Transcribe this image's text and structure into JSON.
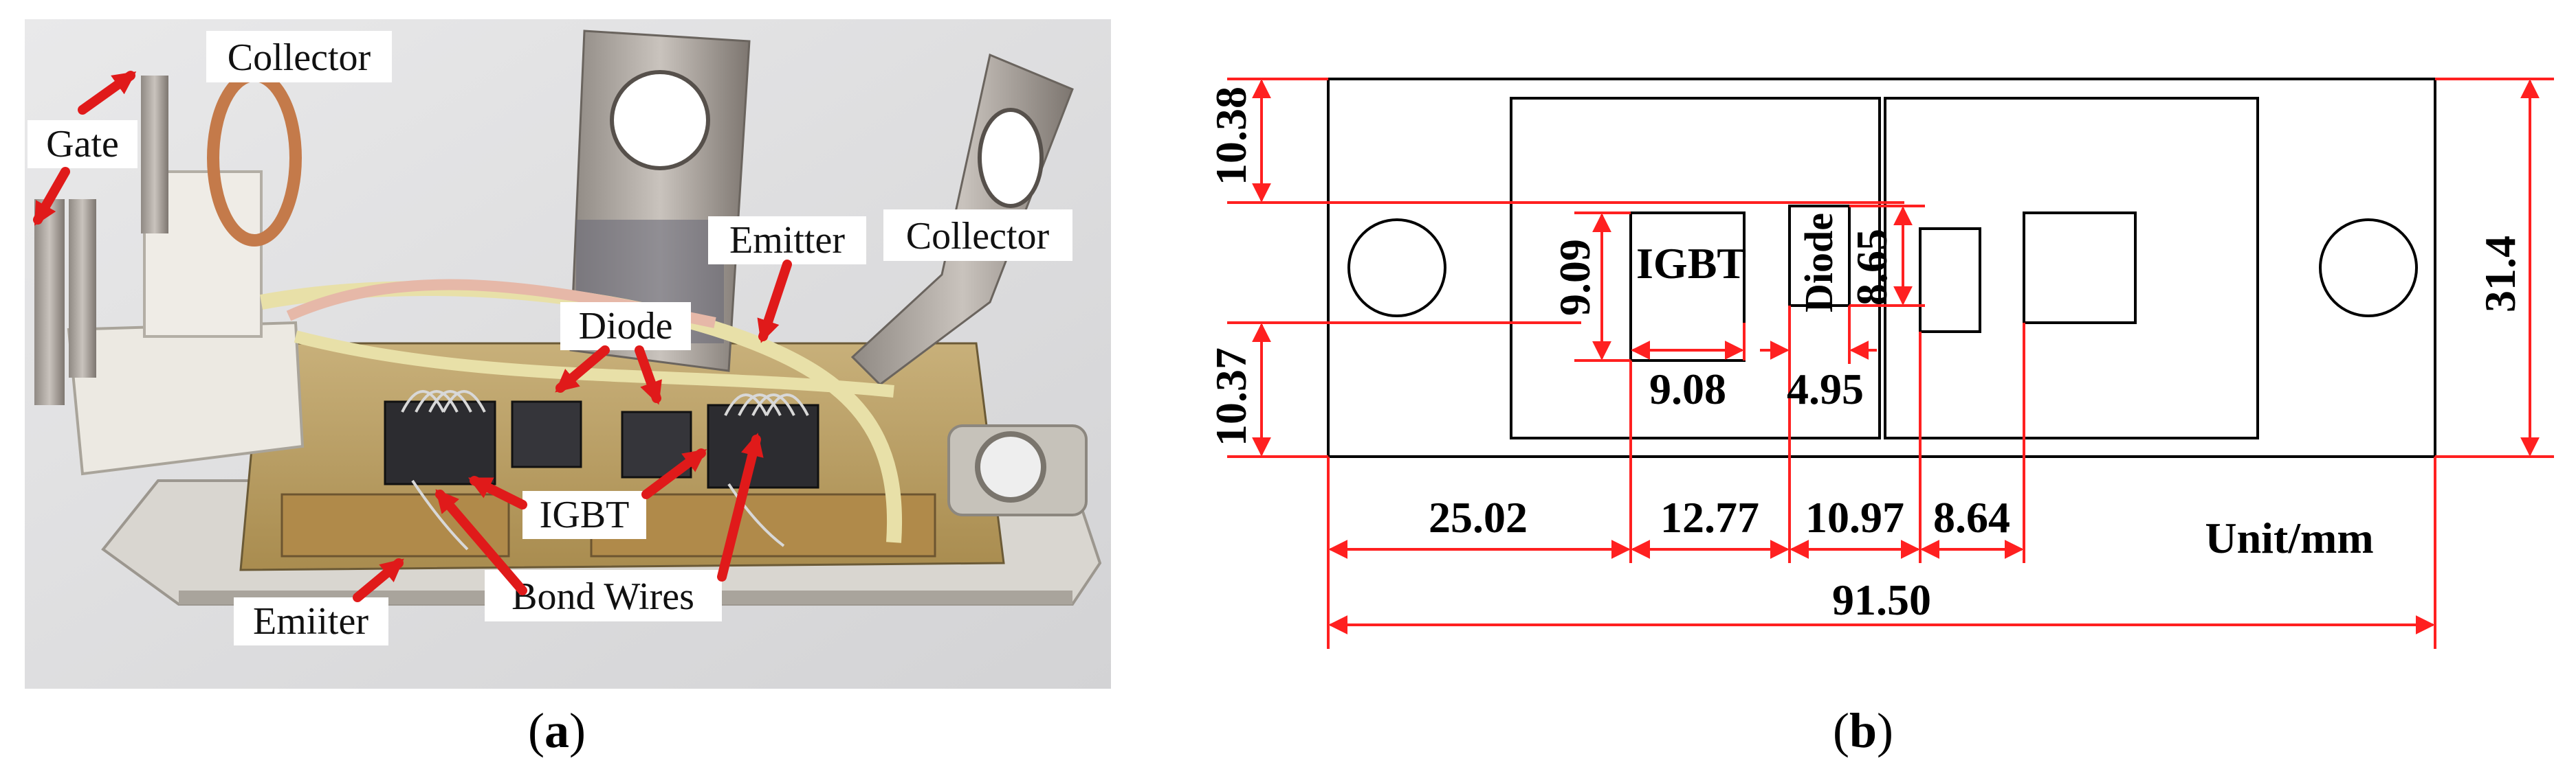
{
  "photo": {
    "labels": {
      "collector_left": "Collector",
      "gate": "Gate",
      "emitter_top": "Emitter",
      "collector_right": "Collector",
      "diode": "Diode",
      "igbt": "IGBT",
      "bond_wires": "Bond Wires",
      "emitter_bottom": "Emiiter"
    },
    "caption": {
      "open": "(",
      "letter": "a",
      "close": ")"
    }
  },
  "drawing": {
    "chip_labels": {
      "igbt": "IGBT",
      "diode": "Diode"
    },
    "dimensions": {
      "d1038": "10.38",
      "d1037": "10.37",
      "d909": "9.09",
      "d865": "8.65",
      "d314": "31.4",
      "d908": "9.08",
      "d495": "4.95",
      "d2502": "25.02",
      "d1277": "12.77",
      "d1097": "10.97",
      "d864": "8.64",
      "d9150": "91.50"
    },
    "unit": "Unit/mm",
    "caption": {
      "open": "(",
      "letter": "b",
      "close": ")"
    }
  },
  "colors": {
    "dimension_red": "#ff2020",
    "arrow_red": "#e01a1a",
    "outline": "#000000"
  }
}
